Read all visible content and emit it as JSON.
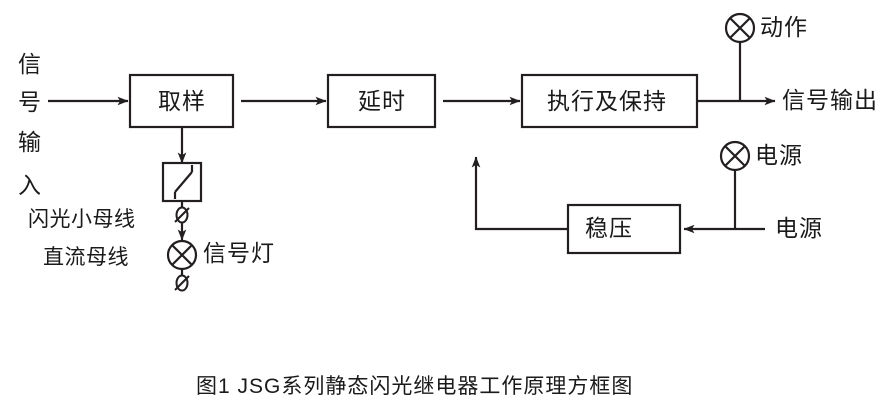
{
  "figure": {
    "caption": "图1  JSG系列静态闪光继电器工作原理方框图",
    "stroke_color": "#231f20",
    "text_color": "#1a1a1a",
    "background": "#ffffff"
  },
  "input_label": {
    "chars": [
      "信",
      "号",
      "输",
      "入"
    ],
    "meaning": "signal-input"
  },
  "blocks": [
    {
      "id": "sampling",
      "label": "取样"
    },
    {
      "id": "delay",
      "label": "延时"
    },
    {
      "id": "execute-hold",
      "label": "执行及保持"
    },
    {
      "id": "regulator",
      "label": "稳压"
    }
  ],
  "labels": {
    "flash_bus": "闪光小母线",
    "dc_bus": "直流母线",
    "signal_lamp": "信号灯",
    "action_lamp": "动作",
    "signal_output": "信号输出",
    "power_lamp": "电源",
    "power_source": "电源"
  },
  "symbols": {
    "relay_contact": "relay-contact-symbol",
    "terminal": "terminal-symbol",
    "lamp": "lamp-symbol"
  }
}
